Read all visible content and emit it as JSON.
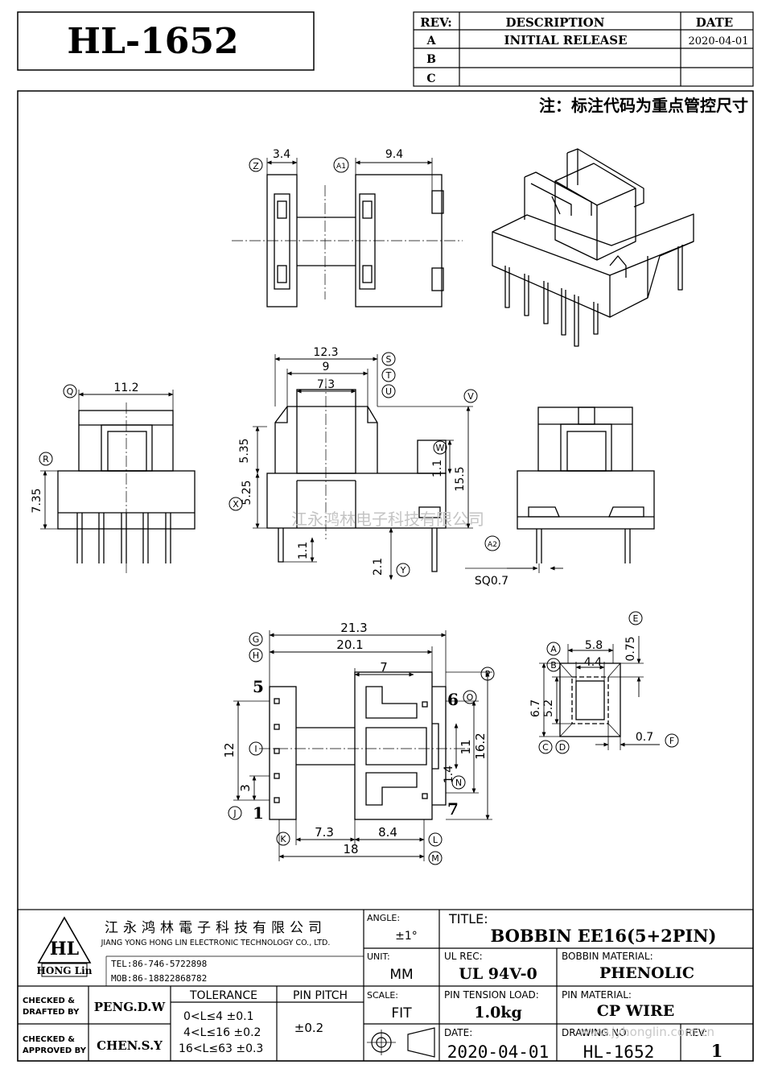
{
  "header": {
    "part_no": "HL-1652",
    "rev_table": {
      "headers": [
        "REV:",
        "DESCRIPTION",
        "DATE"
      ],
      "rows": [
        {
          "rev": "A",
          "description": "INITIAL RELEASE",
          "date": "2020-04-01"
        },
        {
          "rev": "B",
          "description": "",
          "date": ""
        },
        {
          "rev": "C",
          "description": "",
          "date": ""
        }
      ]
    },
    "note": "注：标注代码为重点管控尺寸"
  },
  "top_view": {
    "dim_z": "3.4",
    "label_z": "Z",
    "dim_a1": "9.4",
    "label_a1": "A1"
  },
  "front_view": {
    "dims": {
      "d12_3": "12.3",
      "d9": "9",
      "d7_3": "7.3",
      "d5_35": "5.35",
      "d5_25": "5.25",
      "d1_1a": "1.1",
      "d15_5": "15.5",
      "d1_1b": "1.1",
      "d2_1": "2.1",
      "sq": "SQ0.7"
    },
    "labels": {
      "s": "S",
      "t": "T",
      "u": "U",
      "v": "V",
      "w": "W",
      "x": "X",
      "y": "Y",
      "a2": "A2"
    }
  },
  "side_view": {
    "dim_width": "11.2",
    "label_q": "Q",
    "dim_height": "7.35",
    "label_r": "R"
  },
  "bottom_view": {
    "dims": {
      "d21_3": "21.3",
      "d20_1": "20.1",
      "d7": "7",
      "d12": "12",
      "d3": "3",
      "d16_2": "16.2",
      "d11": "11",
      "d1_4": "1.4",
      "d7_3": "7.3",
      "d8_4": "8.4",
      "d18": "18"
    },
    "labels": {
      "g": "G",
      "h": "H",
      "i": "I",
      "j": "J",
      "k": "K",
      "l": "L",
      "m": "M",
      "n": "N",
      "o": "O",
      "p": "P"
    },
    "pins": {
      "p1": "1",
      "p5": "5",
      "p6": "6",
      "p7": "7"
    }
  },
  "core_view": {
    "dims": {
      "d5_8": "5.8",
      "d4_4": "4.4",
      "d6_7": "6.7",
      "d5_2": "5.2",
      "d0_75": "0.75",
      "d0_7": "0.7"
    },
    "labels": {
      "a": "A",
      "b": "B",
      "c": "C",
      "d": "D",
      "e": "E",
      "f": "F"
    }
  },
  "watermark": "江永鸿林电子科技有限公司",
  "watermark_url": "www.jyhonglin.com.cn",
  "title_block": {
    "company_cn": "江永鸿林電子科技有限公司",
    "company_en": "JIANG YONG HONG LIN ELECTRONIC TECHNOLOGY CO., LTD.",
    "tel": "TEL:86-746-5722898",
    "mob": "MOB:86-18822868782",
    "logo_mark": "HL",
    "logo_text": "HONG Lin",
    "angle_label": "ANGLE:",
    "angle_value": "±1°",
    "title_label": "TITLE:",
    "title_value": "BOBBIN EE16(5+2PIN)",
    "unit_label": "UNIT:",
    "unit_value": "MM",
    "ul_label": "UL REC:",
    "ul_value": "UL 94V-0",
    "material_label": "BOBBIN MATERIAL:",
    "material_value": "PHENOLIC",
    "scale_label": "SCALE:",
    "scale_value": "FIT",
    "tension_label": "PIN TENSION LOAD:",
    "tension_value": "1.0kg",
    "pin_material_label": "PIN MATERIAL:",
    "pin_material_value": "CP WIRE",
    "date_label": "DATE:",
    "date_value": "2020-04-01",
    "drawing_no_label": "DRAWING NO:",
    "drawing_no_value": "HL-1652",
    "rev_label": "REV:",
    "rev_value": "1",
    "checked_drafted_label_1": "CHECKED &",
    "checked_drafted_label_2": "DRAFTED BY",
    "checked_drafted_value": "PENG.D.W",
    "checked_approved_label_1": "CHECKED &",
    "checked_approved_label_2": "APPROVED BY",
    "checked_approved_value": "CHEN.S.Y",
    "tolerance_label": "TOLERANCE",
    "tolerance_rows": [
      "0<L≤4  ±0.1",
      "4<L≤16 ±0.2",
      "16<L≤63 ±0.3"
    ],
    "pin_pitch_label": "PIN PITCH",
    "pin_pitch_value": "±0.2"
  }
}
